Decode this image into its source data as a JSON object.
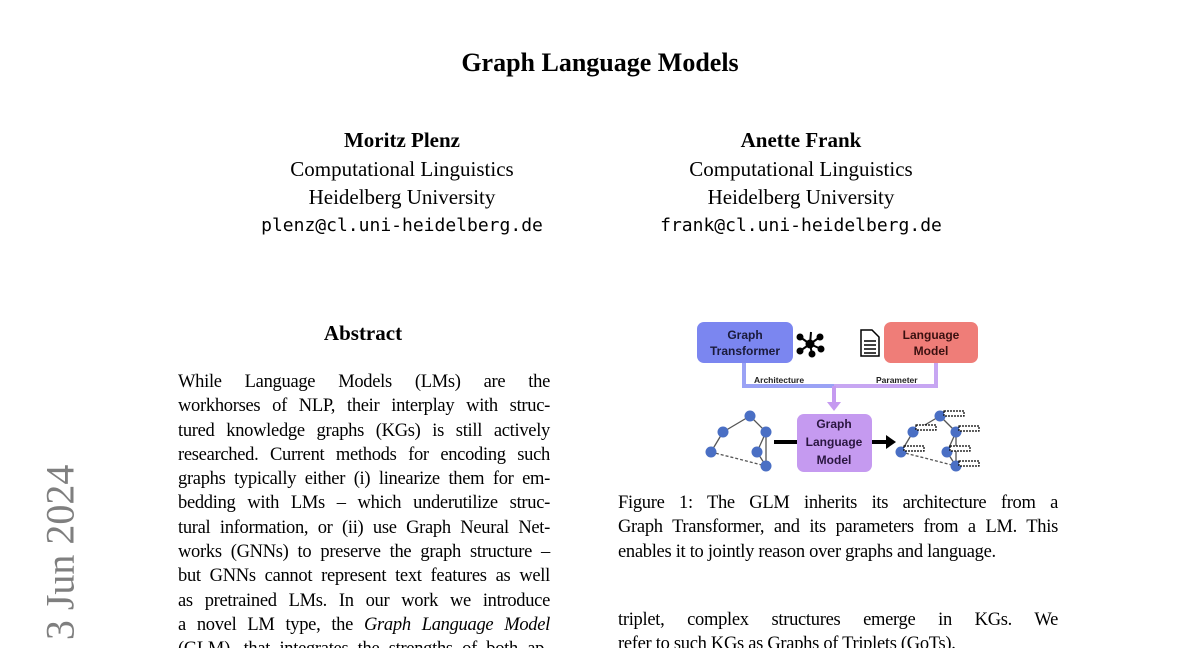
{
  "title": "Graph Language Models",
  "authors": [
    {
      "name": "Moritz Plenz",
      "dept": "Computational Linguistics",
      "univ": "Heidelberg University",
      "email": "plenz@cl.uni-heidelberg.de"
    },
    {
      "name": "Anette Frank",
      "dept": "Computational Linguistics",
      "univ": "Heidelberg University",
      "email": "frank@cl.uni-heidelberg.de"
    }
  ],
  "side_stamp": "] 3 Jun 2024",
  "abstract": {
    "heading": "Abstract",
    "lines": [
      "While Language Models (LMs) are the",
      "workhorses of NLP, their interplay with struc-",
      "tured knowledge graphs (KGs) is still actively",
      "researched. Current methods for encoding such",
      "graphs typically either (i) linearize them for em-",
      "bedding with LMs – which underutilize struc-",
      "tural information, or (ii) use Graph Neural Net-",
      "works (GNNs) to preserve the graph structure –",
      "but GNNs cannot represent text features as well",
      "as pretrained LMs. In our work we introduce"
    ],
    "line11_pre": "a novel LM type, the ",
    "line11_em": "Graph Language Model",
    "line12": "(GLM), that integrates the strengths of both ap-"
  },
  "figure": {
    "graph_transformer": [
      "Graph",
      "Transformer"
    ],
    "language_model": [
      "Language",
      "Model"
    ],
    "architecture": "Architecture",
    "parameter": "Parameter",
    "glm": [
      "Graph",
      "Language",
      "Model"
    ],
    "colors": {
      "gt": "#7b86f0",
      "lm": "#ef7d78",
      "glm": "#c59af0",
      "node": "#4a6fc4"
    }
  },
  "caption": [
    "Figure 1: The GLM inherits its architecture from a",
    "Graph Transformer, and its parameters from a LM. This",
    "enables it to jointly reason over graphs and language."
  ],
  "body": {
    "line1": "triplet, complex structures emerge in KGs. We",
    "line2": "refer to such KGs as Graphs of Triplets (GoTs)."
  }
}
